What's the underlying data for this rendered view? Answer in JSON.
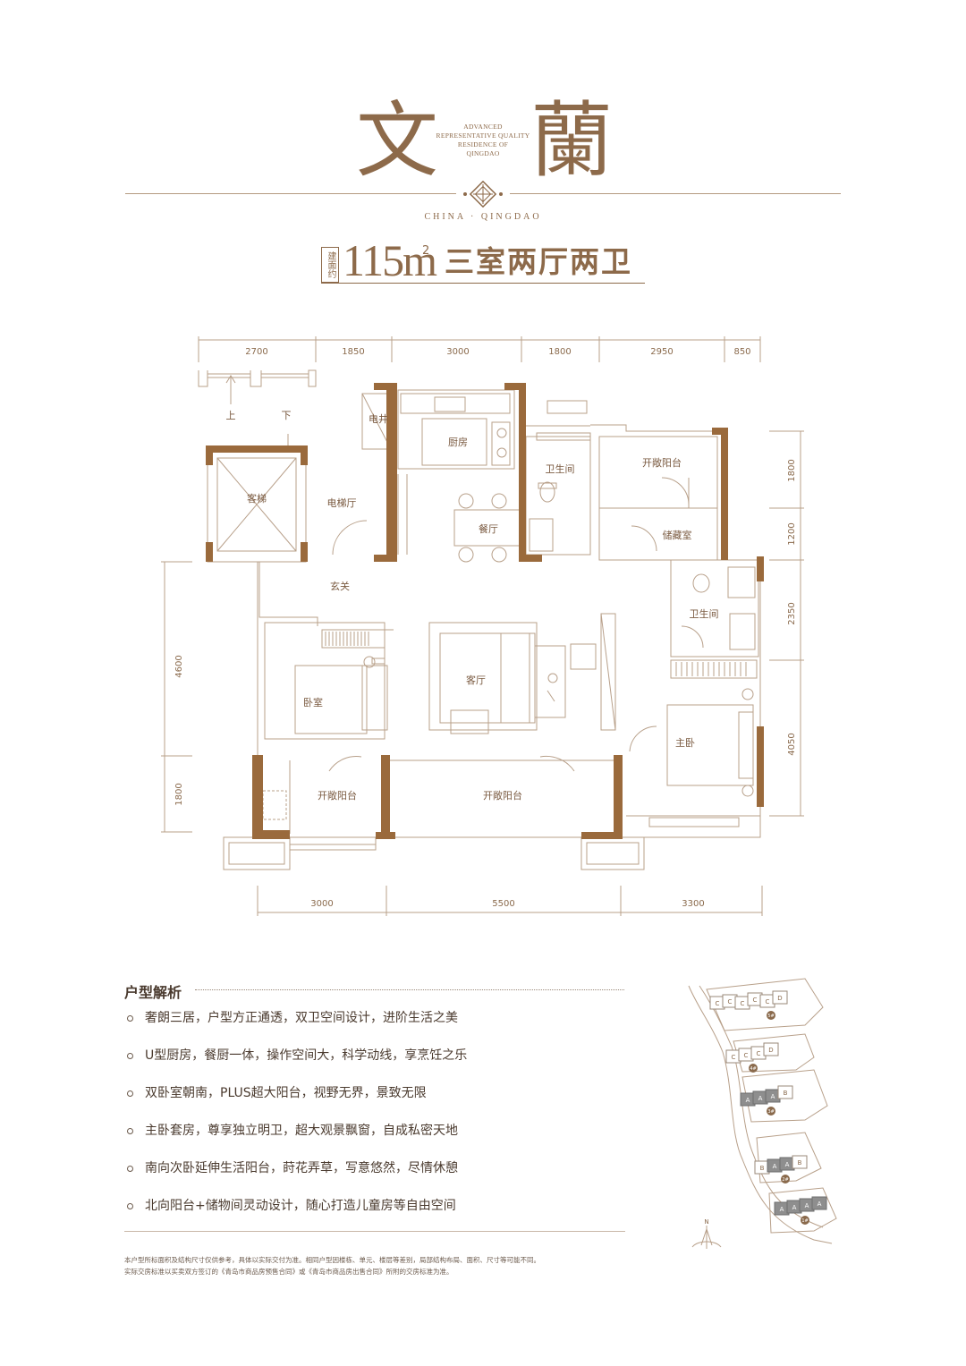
{
  "header": {
    "title_char_1": "文",
    "title_char_2": "蘭",
    "title_en": [
      "ADVANCED",
      "REPRESENTATIVE QUALITY",
      "RESIDENCE OF",
      "QINGDAO"
    ],
    "location": "CHINA · QINGDAO",
    "area_prefix": "建面约",
    "area_value": "115m",
    "area_sup": "2",
    "unit_type": "三室两厅两卫"
  },
  "plan": {
    "top_dims": [
      "2700",
      "1850",
      "3000",
      "1800",
      "2950",
      "850"
    ],
    "bottom_dims": [
      "3000",
      "5500",
      "3300"
    ],
    "left_dims": [
      "4600",
      "1800"
    ],
    "right_dims": [
      "1800",
      "1200",
      "2350",
      "4050"
    ],
    "rooms": {
      "kitchen": "厨房",
      "electric_well": "电井",
      "bath1": "卫生间",
      "north_balcony": "开敞阳台",
      "elevator": "客梯",
      "elevator_hall": "电梯厅",
      "dining": "餐厅",
      "storage": "储藏室",
      "foyer": "玄关",
      "bath2": "卫生间",
      "bedroom": "卧室",
      "living": "客厅",
      "master": "主卧",
      "balcony_sw": "开敞阳台",
      "balcony_s": "开敞阳台",
      "stairs_up": "上",
      "stairs_down": "下"
    },
    "colors": {
      "wall": "#9a6a3c",
      "line": "#b8a08a"
    }
  },
  "analysis": {
    "title": "户型解析",
    "items": [
      "奢朗三居，户型方正通透，双卫空间设计，进阶生活之美",
      "U型厨房，餐厨一体，操作空间大，科学动线，享烹饪之乐",
      "双卧室朝南，PLUS超大阳台，视野无界，景致无限",
      "主卧套房，尊享独立明卫，超大观景飘窗，自成私密天地",
      "南向次卧延伸生活阳台，莳花弄草，写意悠然，尽情休憩",
      "北向阳台+储物间灵动设计，随心打造儿童房等自由空间"
    ]
  },
  "notes": [
    "本户型所标面积及结构尺寸仅供参考，具体以实际交付为准。相同户型因楼栋、单元、楼层等差别，局部结构布局、面积、尺寸等可能不同。",
    "实际交房标准以买卖双方签订的《青岛市商品房预售合同》或《青岛市商品房出售合同》所附的交房标准为准。"
  ],
  "site_plan": {
    "building_labels": [
      "5#",
      "4#",
      "3#",
      "2#",
      "1#"
    ],
    "row5": [
      "C",
      "C",
      "C",
      "C",
      "C",
      "D"
    ],
    "row4": [
      "C",
      "C",
      "C",
      "D"
    ],
    "row3": [
      "A",
      "A",
      "A",
      "B"
    ],
    "row2": [
      "B",
      "A",
      "A",
      "B"
    ],
    "row1": [
      "A",
      "A",
      "A",
      "A"
    ],
    "north": "N"
  }
}
